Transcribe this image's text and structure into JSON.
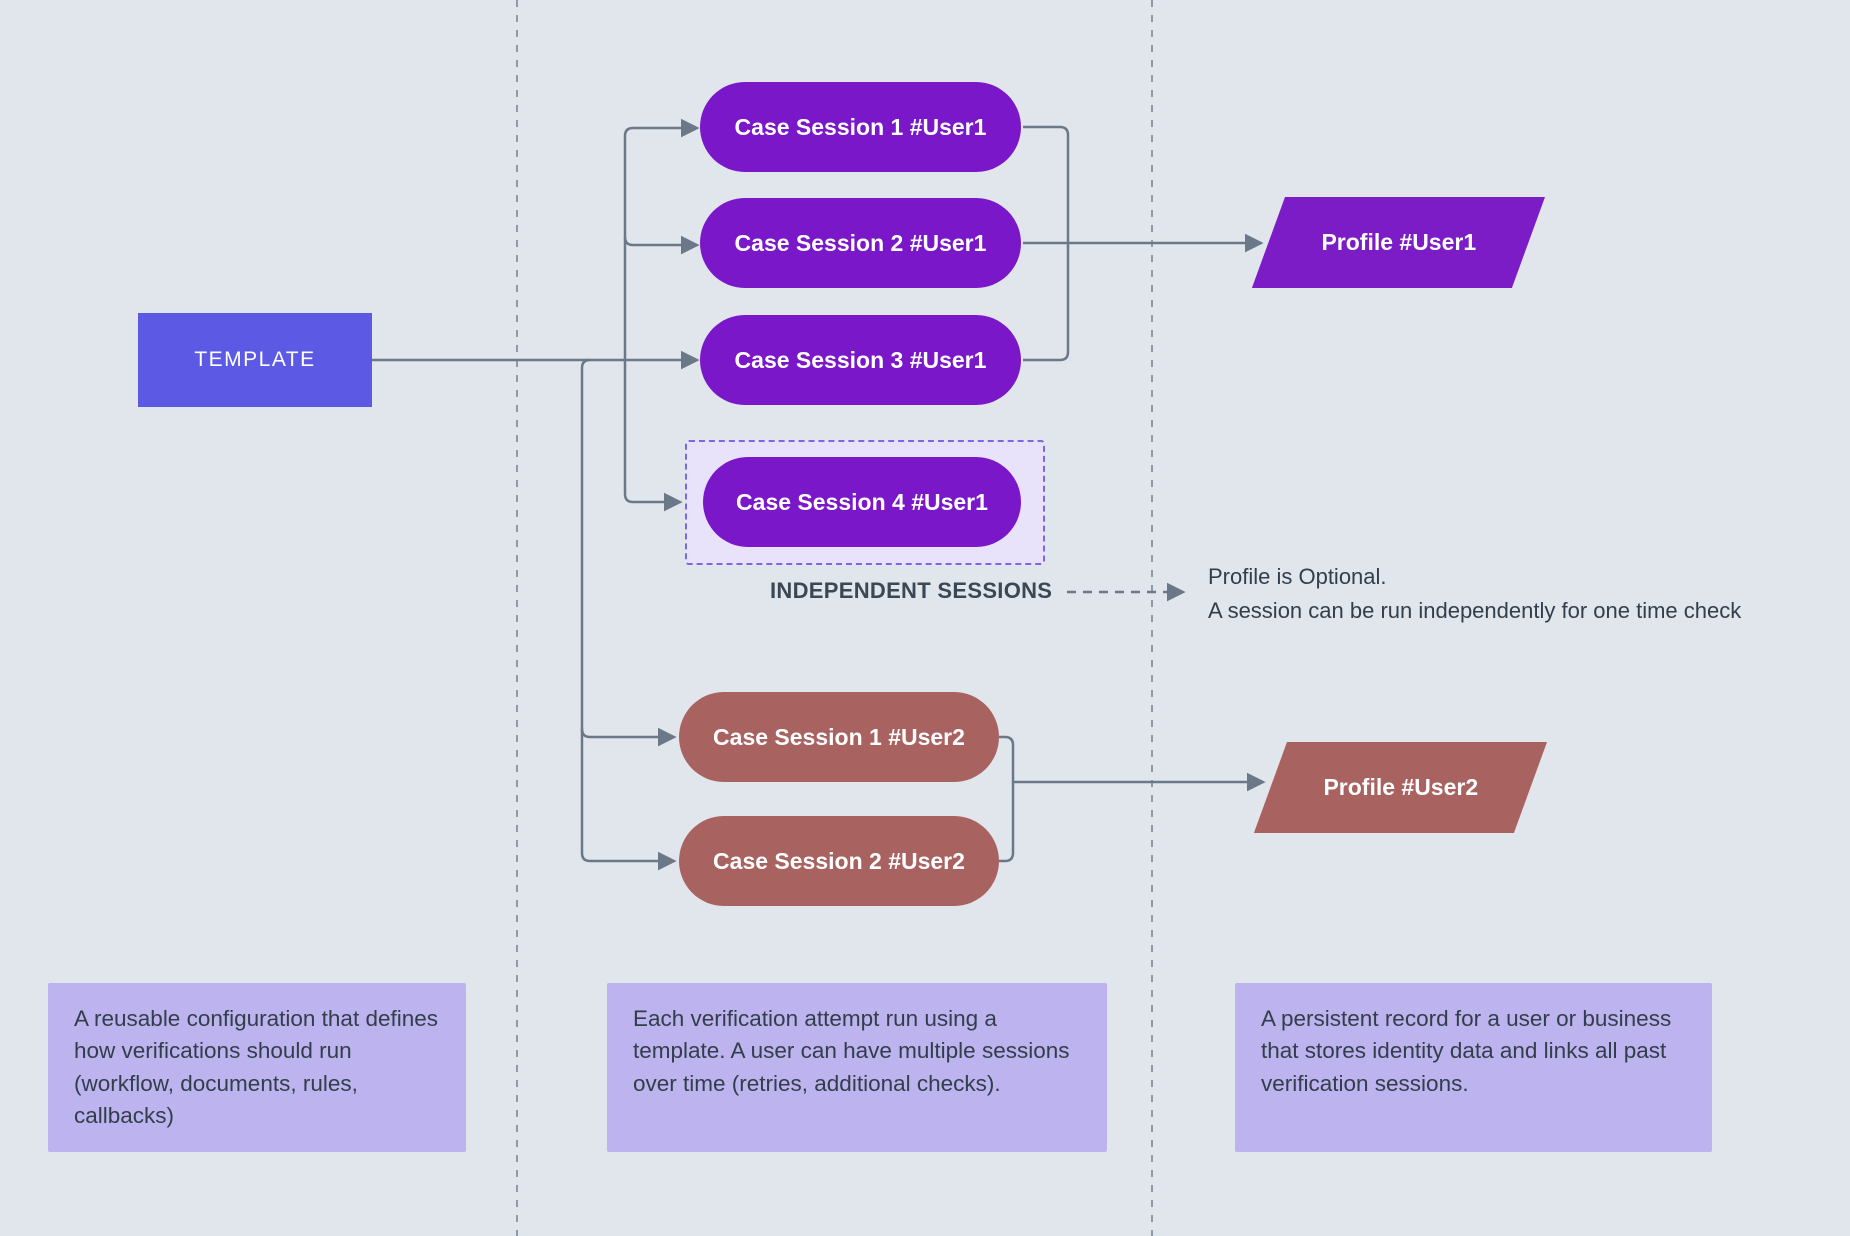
{
  "colors": {
    "background": "#e1e5ec",
    "template_fill": "#5c59e4",
    "session_user1_fill": "#7a17c9",
    "profile_user1_fill": "#7c1cc7",
    "session_user2_fill": "#a86260",
    "profile_user2_fill": "#a86260",
    "highlight_fill": "#e8e2fb",
    "highlight_border": "#7b68e6",
    "note_fill": "#bcb3ef",
    "connector": "#6a7888",
    "text_dark": "#323e4a"
  },
  "template_node": {
    "label": "TEMPLATE"
  },
  "user1_sessions": [
    {
      "label": "Case Session 1 #User1"
    },
    {
      "label": "Case Session 2 #User1"
    },
    {
      "label": "Case Session 3 #User1"
    },
    {
      "label": "Case Session 4 #User1"
    }
  ],
  "user2_sessions": [
    {
      "label": "Case Session 1 #User2"
    },
    {
      "label": "Case Session 2 #User2"
    }
  ],
  "profiles": {
    "user1": "Profile #User1",
    "user2": "Profile #User2"
  },
  "independent_label": "INDEPENDENT SESSIONS",
  "annotation": {
    "line1": "Profile is Optional.",
    "line2": "A session can be run independently for one time check"
  },
  "notes": {
    "template": "A reusable configuration that defines how verifications should run (workflow, documents, rules, callbacks)",
    "session": "Each verification attempt run using a template. A user can have multiple sessions over time (retries, additional checks).",
    "profile": "A persistent record for a user or business that stores identity data and links all past verification sessions."
  }
}
